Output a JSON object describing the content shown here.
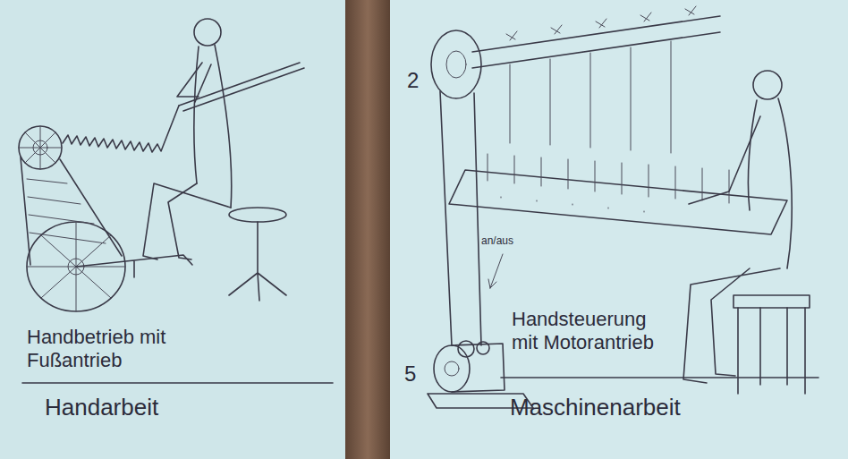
{
  "diagram": {
    "labels": [
      "2",
      "5",
      "an/aus",
      "Handbetrieb mit Fußantrieb",
      "Handarbeit",
      "Handsteuerung mit Motorantrieb",
      "Maschinenarbeit"
    ]
  }
}
